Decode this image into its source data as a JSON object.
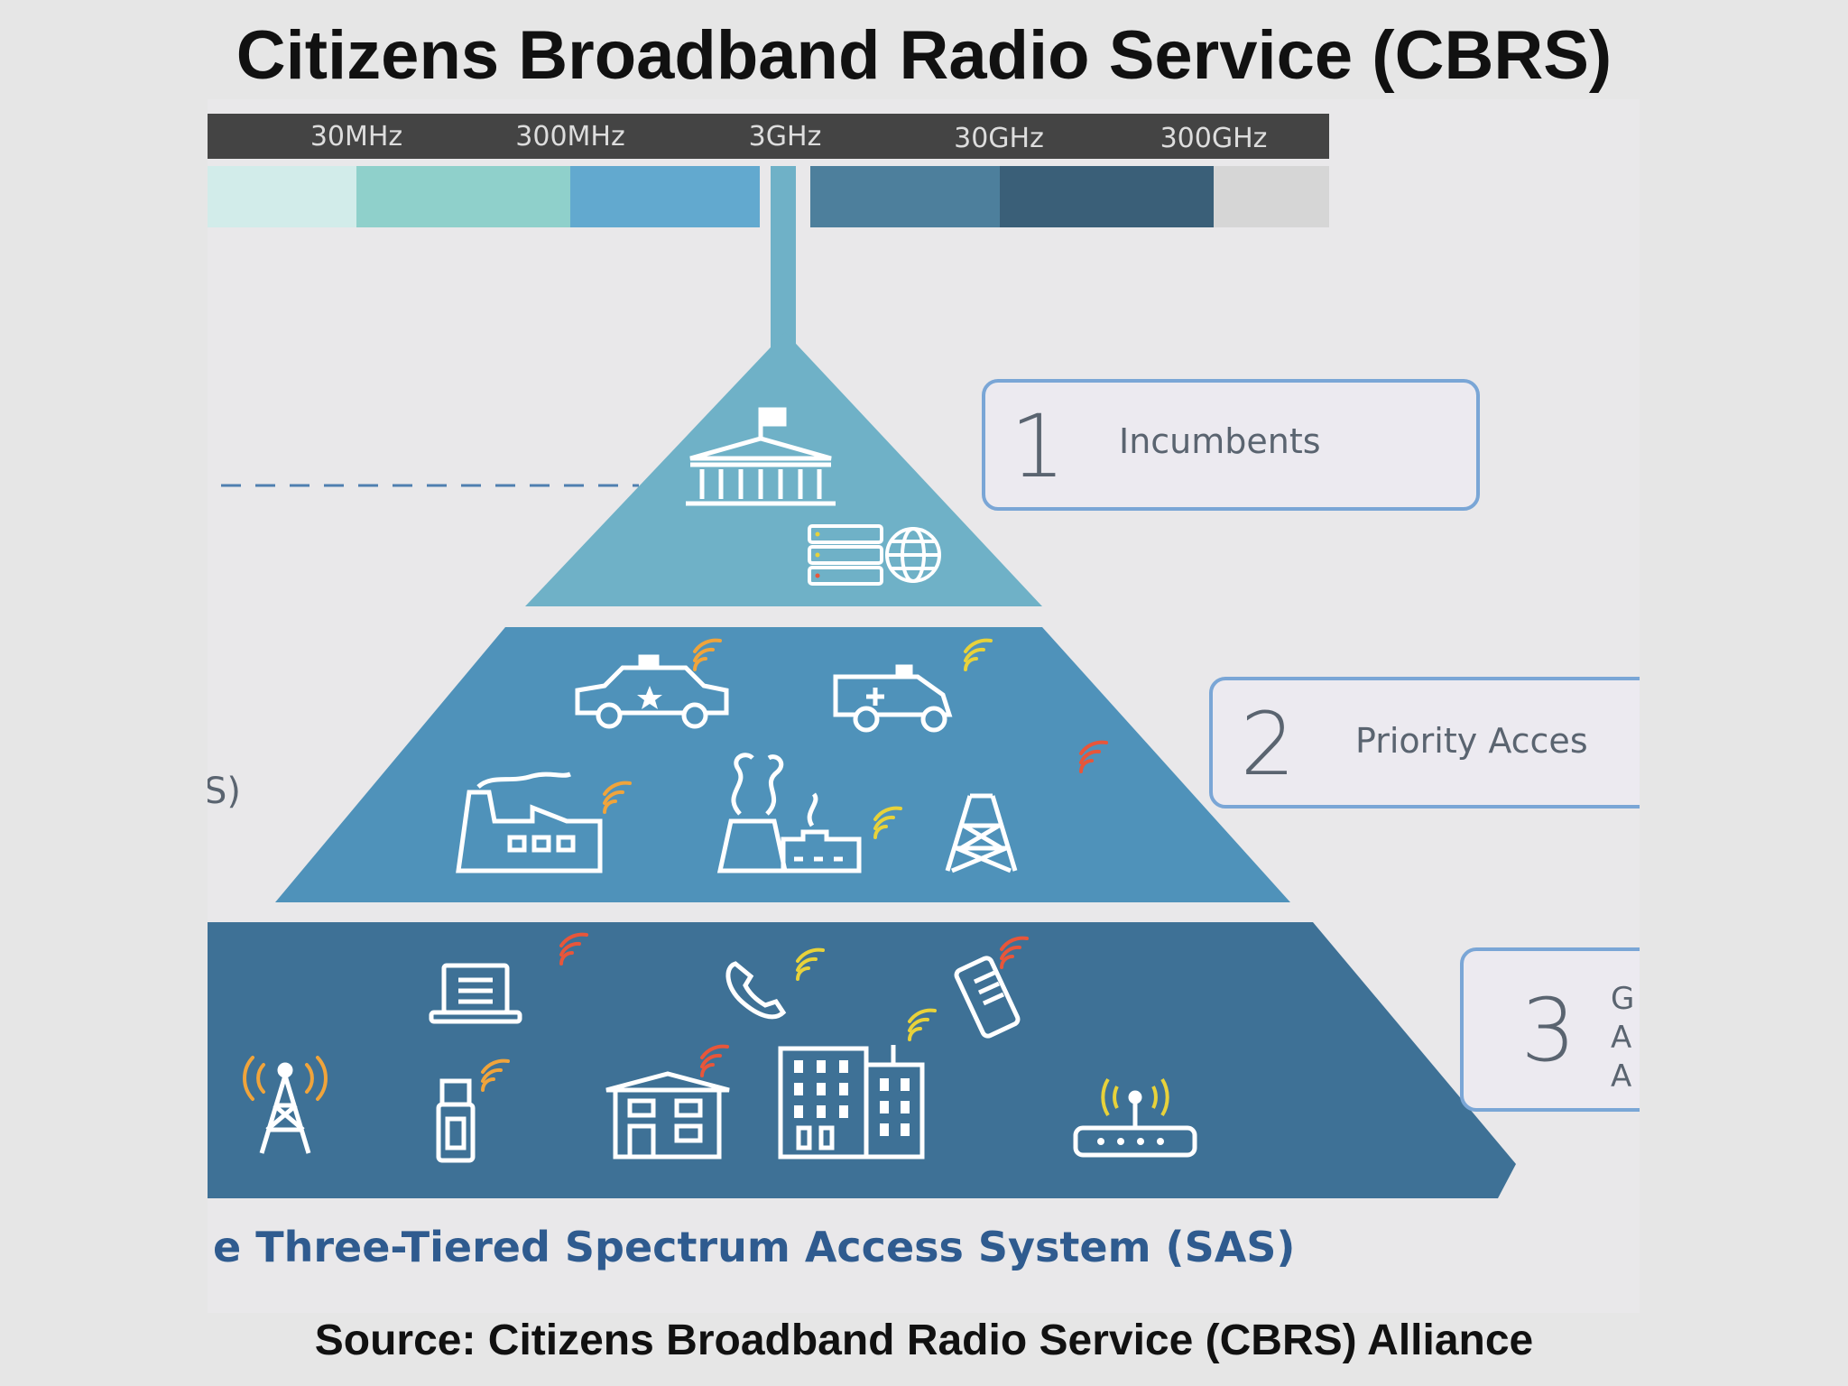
{
  "title": "Citizens Broadband Radio Service (CBRS)",
  "source": "Source: Citizens Broadband Radio Service (CBRS) Alliance",
  "spectrum_bar": {
    "labels": [
      "30MHz",
      "300MHz",
      "3GHz",
      "30GHz",
      "300GHz"
    ],
    "band_colors": [
      "#d2ecea",
      "#8fd0cb",
      "#62a9cf",
      "#4d7f9c",
      "#3a5f78",
      "#d6d6d6"
    ]
  },
  "tiers": [
    {
      "number": "1",
      "label": "Incumbents"
    },
    {
      "number": "2",
      "label": "Priority Acces"
    },
    {
      "number": "3",
      "label_lines": [
        "G",
        "A",
        "A"
      ]
    }
  ],
  "left_fragment": "S)",
  "caption": "e Three-Tiered Spectrum Access System (SAS)",
  "colors": {
    "tier1": "#6fb1c7",
    "tier2": "#4f92ba",
    "tier3": "#3e7196",
    "callout_border": "#7aa6d6",
    "signal_orange": "#f0a43b",
    "signal_red": "#e8563a",
    "signal_yellow": "#e8d23a"
  },
  "icons": {
    "tier1": [
      "government-building-icon",
      "server-globe-icon"
    ],
    "tier2": [
      "police-car-icon",
      "ambulance-icon",
      "factory-icon",
      "power-plant-icon",
      "transmission-tower-icon"
    ],
    "tier3": [
      "laptop-icon",
      "phone-icon",
      "tablet-icon",
      "cell-tower-icon",
      "usb-stick-icon",
      "house-icon",
      "office-building-icon",
      "wifi-router-icon"
    ]
  }
}
